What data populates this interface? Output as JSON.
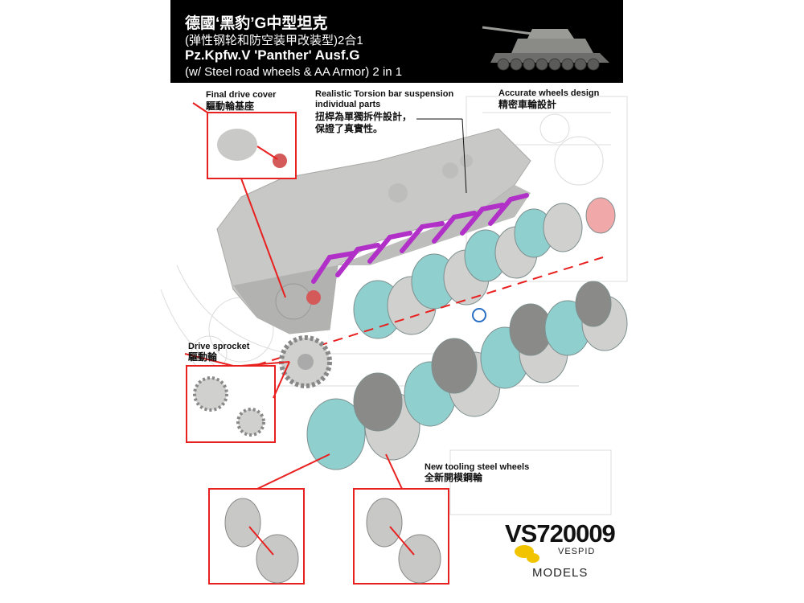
{
  "header": {
    "title_zh": "德國‘黑豹’G中型坦克",
    "subtitle_zh": "(弹性钢轮和防空装甲改装型)2合1",
    "title_en": "Pz.Kpfw.V  'Panther'  Ausf.G",
    "subtitle_en": "(w/ Steel road wheels &  AA Armor) 2 in 1"
  },
  "callouts": {
    "final_drive_en": "Final drive cover",
    "final_drive_zh": "驅動輪基座",
    "torsion_en_1": "Realistic Torsion bar suspension",
    "torsion_en_2": "individual parts",
    "torsion_zh_1": "扭桿為單獨拆件設計，",
    "torsion_zh_2": "保證了真實性。",
    "wheels_design_en": "Accurate wheels design",
    "wheels_design_zh": "精密車輪設計",
    "sprocket_en": "Drive sprocket",
    "sprocket_zh": "驅動輪",
    "steel_wheels_en": "New tooling steel wheels",
    "steel_wheels_zh": "全新開模鋼輪"
  },
  "product_code": "VS720009",
  "brand": {
    "line1": "VESPID",
    "line2": "MODELS"
  },
  "colors": {
    "header_bg": "#000000",
    "hull": "#c8c8c6",
    "steel_wheel": "#8fd0cf",
    "torsion_bar": "#b030c8",
    "callout_red": "#e8201f",
    "accent_pink": "#f0a8a8"
  }
}
